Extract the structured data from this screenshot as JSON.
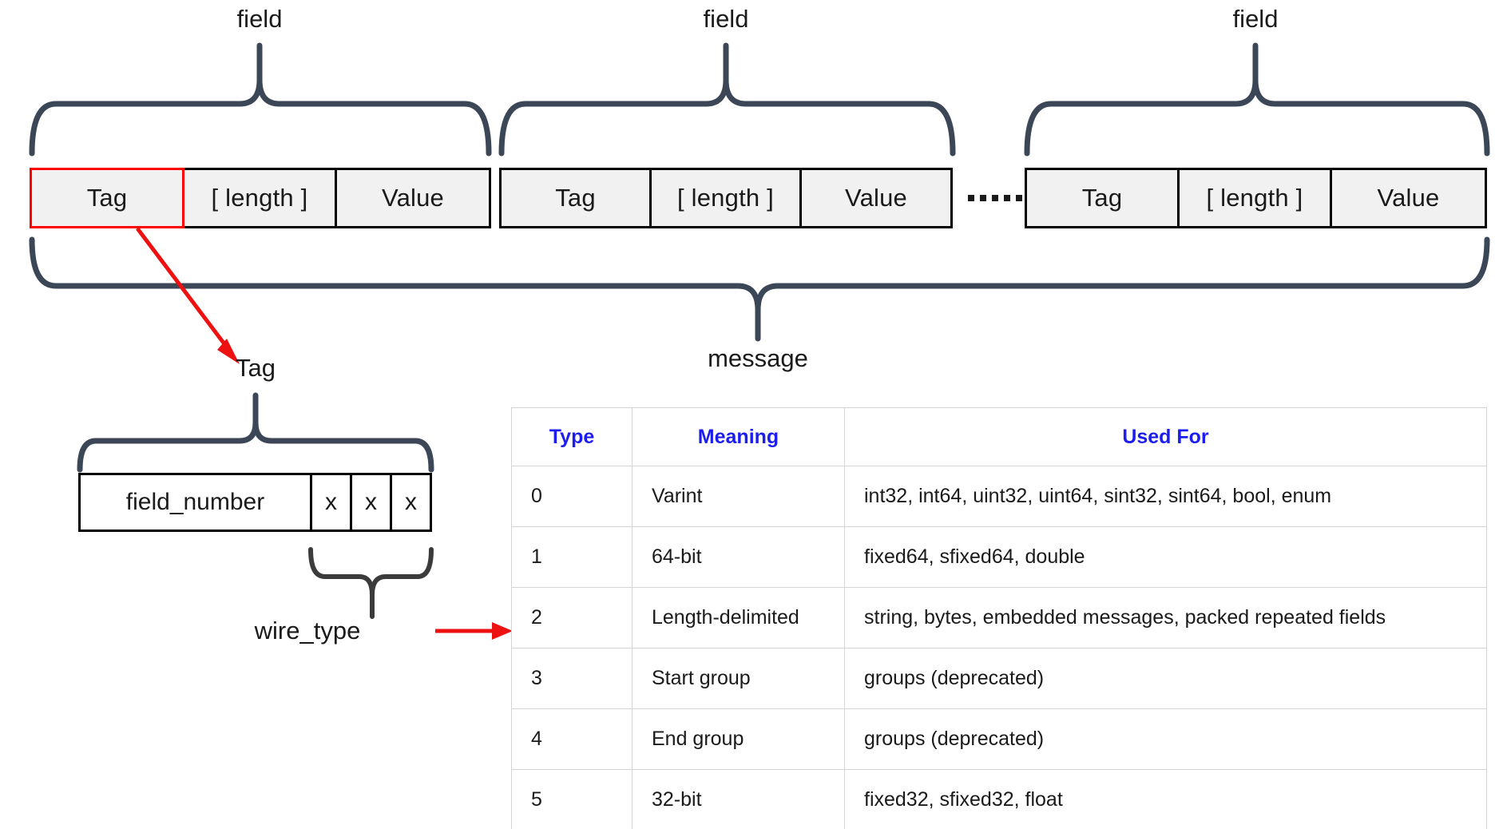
{
  "diagram": {
    "top": {
      "field_label": "field",
      "message_label": "message",
      "ellipsis": "......",
      "groups": [
        {
          "name": "field-group-1",
          "cells": [
            "Tag",
            "[ length ]",
            "Value"
          ]
        },
        {
          "name": "field-group-2",
          "cells": [
            "Tag",
            "[ length ]",
            "Value"
          ]
        },
        {
          "name": "field-group-3",
          "cells": [
            "Tag",
            "[ length ]",
            "Value"
          ]
        }
      ]
    },
    "tag_detail": {
      "title": "Tag",
      "field_number_label": "field_number",
      "bit_labels": [
        "x",
        "x",
        "x"
      ],
      "wire_type_label": "wire_type"
    },
    "colors": {
      "highlight": "#ff0000",
      "brace": "#3b4656",
      "box_border": "#000000",
      "box_fill": "#f1f1f1",
      "header_text": "#1d1df0",
      "arrow": "#ee1111"
    }
  },
  "table": {
    "headers": [
      "Type",
      "Meaning",
      "Used For"
    ],
    "rows": [
      {
        "type": "0",
        "meaning": "Varint",
        "used_for": "int32, int64, uint32, uint64, sint32, sint64, bool, enum"
      },
      {
        "type": "1",
        "meaning": "64-bit",
        "used_for": "fixed64, sfixed64, double"
      },
      {
        "type": "2",
        "meaning": "Length-delimited",
        "used_for": "string, bytes, embedded messages, packed repeated fields"
      },
      {
        "type": "3",
        "meaning": "Start group",
        "used_for": "groups (deprecated)"
      },
      {
        "type": "4",
        "meaning": "End group",
        "used_for": "groups (deprecated)"
      },
      {
        "type": "5",
        "meaning": "32-bit",
        "used_for": "fixed32, sfixed32, float"
      }
    ]
  }
}
